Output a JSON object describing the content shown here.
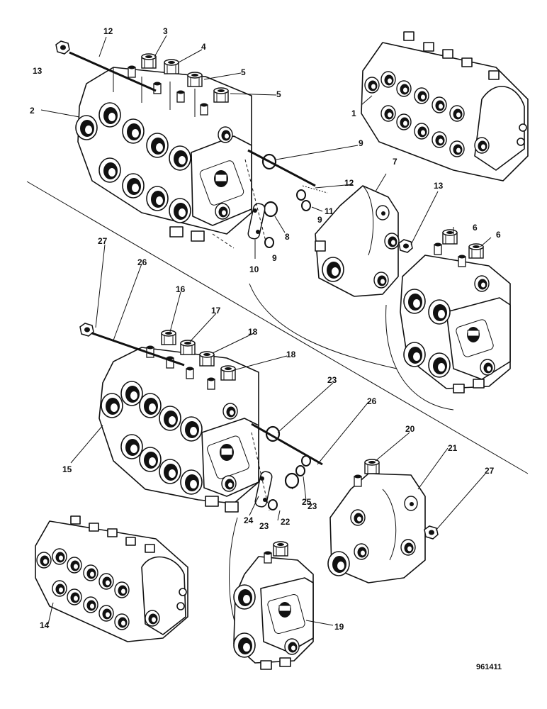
{
  "drawing": {
    "reference": "961411"
  },
  "callouts": [
    {
      "id": "c1",
      "text": "1"
    },
    {
      "id": "c2",
      "text": "2"
    },
    {
      "id": "c3",
      "text": "3"
    },
    {
      "id": "c4",
      "text": "4"
    },
    {
      "id": "c5a",
      "text": "5"
    },
    {
      "id": "c5b",
      "text": "5"
    },
    {
      "id": "c6a",
      "text": "6"
    },
    {
      "id": "c6b",
      "text": "6"
    },
    {
      "id": "c7",
      "text": "7"
    },
    {
      "id": "c8",
      "text": "8"
    },
    {
      "id": "c9a",
      "text": "9"
    },
    {
      "id": "c9b",
      "text": "9"
    },
    {
      "id": "c9c",
      "text": "9"
    },
    {
      "id": "c10",
      "text": "10"
    },
    {
      "id": "c11",
      "text": "11"
    },
    {
      "id": "c12a",
      "text": "12"
    },
    {
      "id": "c12b",
      "text": "12"
    },
    {
      "id": "c13a",
      "text": "13"
    },
    {
      "id": "c13b",
      "text": "13"
    },
    {
      "id": "c14",
      "text": "14"
    },
    {
      "id": "c15",
      "text": "15"
    },
    {
      "id": "c16",
      "text": "16"
    },
    {
      "id": "c17",
      "text": "17"
    },
    {
      "id": "c18a",
      "text": "18"
    },
    {
      "id": "c18b",
      "text": "18"
    },
    {
      "id": "c19",
      "text": "19"
    },
    {
      "id": "c20",
      "text": "20"
    },
    {
      "id": "c21",
      "text": "21"
    },
    {
      "id": "c22",
      "text": "22"
    },
    {
      "id": "c23a",
      "text": "23"
    },
    {
      "id": "c23b",
      "text": "23"
    },
    {
      "id": "c23c",
      "text": "23"
    },
    {
      "id": "c24",
      "text": "24"
    },
    {
      "id": "c25",
      "text": "25"
    },
    {
      "id": "c26a",
      "text": "26"
    },
    {
      "id": "c26b",
      "text": "26"
    },
    {
      "id": "c27a",
      "text": "27"
    },
    {
      "id": "c27b",
      "text": "27"
    }
  ]
}
